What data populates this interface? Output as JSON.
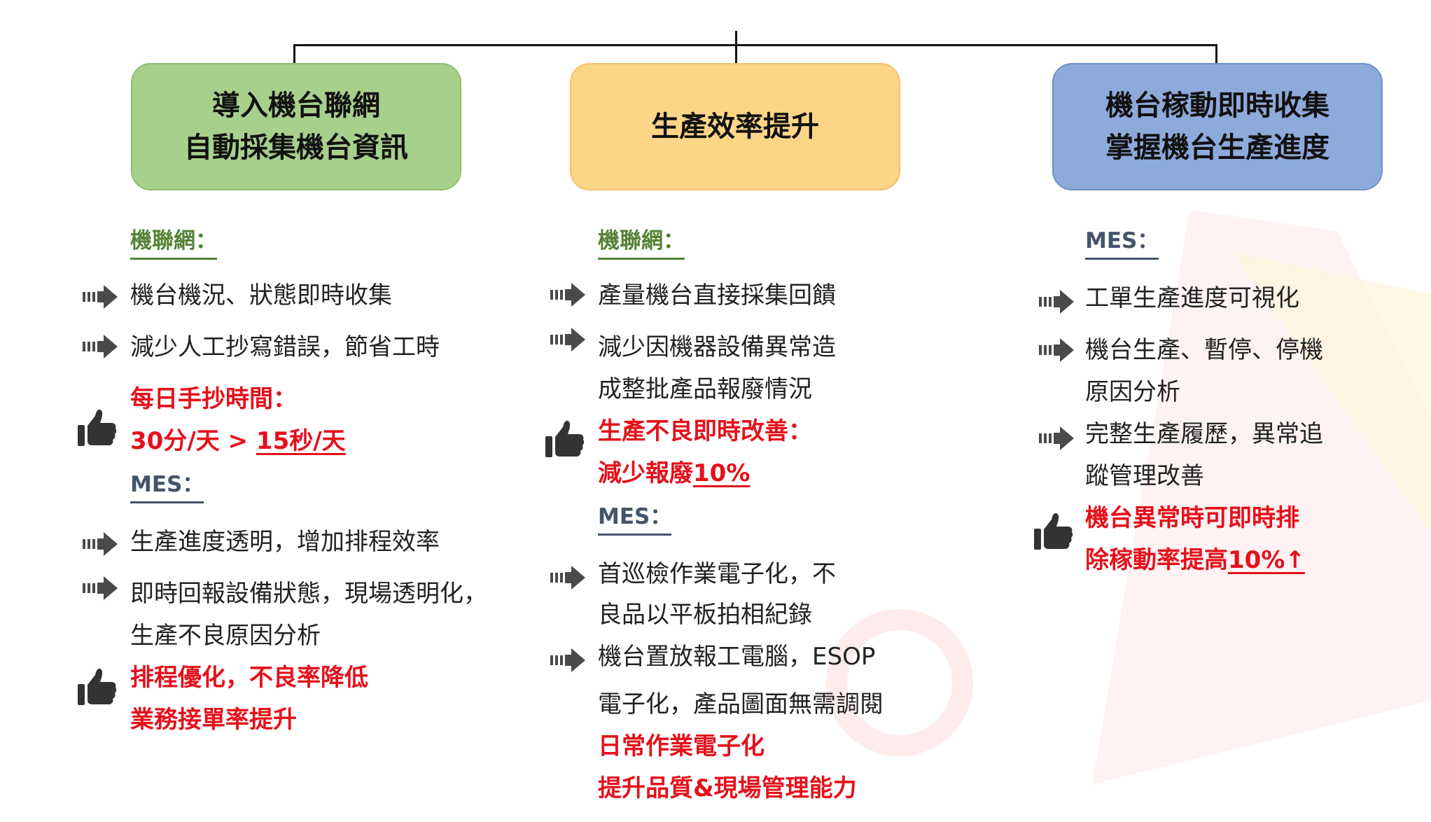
{
  "columns": [
    {
      "header": [
        "導入機台聯網",
        "自動採集機台資訊"
      ],
      "section1_label": "機聯網：",
      "items1": [
        "機台機況、狀態即時收集",
        "減少人工抄寫錯誤，節省工時"
      ],
      "result1": {
        "line1": "每日手抄時間：",
        "line2_prefix": "30分/天 > ",
        "line2_emph": "15秒/天"
      },
      "section2_label": "MES：",
      "items2": [
        "生產進度透明，增加排程效率",
        "即時回報設備狀態，現場透明化，",
        "生產不良原因分析"
      ],
      "result2": [
        "排程優化，不良率降低",
        "業務接單率提升"
      ]
    },
    {
      "header": [
        "生產效率提升"
      ],
      "section1_label": "機聯網：",
      "items1": [
        "產量機台直接採集回饋",
        "減少因機器設備異常造",
        "成整批產品報廢情況"
      ],
      "result1": {
        "line1": "生產不良即時改善：",
        "line2_prefix": "減少報廢",
        "line2_emph": "10%"
      },
      "section2_label": "MES：",
      "items2": [
        "首巡檢作業電子化，不",
        "良品以平板拍相紀錄",
        "機台置放報工電腦，ESOP",
        "電子化，產品圖面無需調閱"
      ],
      "result2": [
        "日常作業電子化",
        "提升品質&現場管理能力"
      ]
    },
    {
      "header": [
        "機台稼動即時收集",
        "掌握機台生產進度"
      ],
      "section1_label": "MES：",
      "items1": [
        "工單生產進度可視化",
        "機台生產、暫停、停機",
        "原因分析",
        "完整生產履歷，異常追",
        "蹤管理改善"
      ],
      "result1": {
        "line1": "機台異常時可即時排",
        "line2_prefix": "除稼動率提高",
        "line2_emph": "10%↑"
      }
    }
  ],
  "colors": {
    "green_box": "#a8d08d",
    "orange_box": "#fdd587",
    "blue_box": "#8eaadb",
    "label_green": "#548235",
    "label_slate": "#44546a",
    "highlight_red": "#e5101b"
  },
  "icons": {
    "bullet": "arrow-bullet-icon",
    "result": "thumbs-up-icon"
  }
}
